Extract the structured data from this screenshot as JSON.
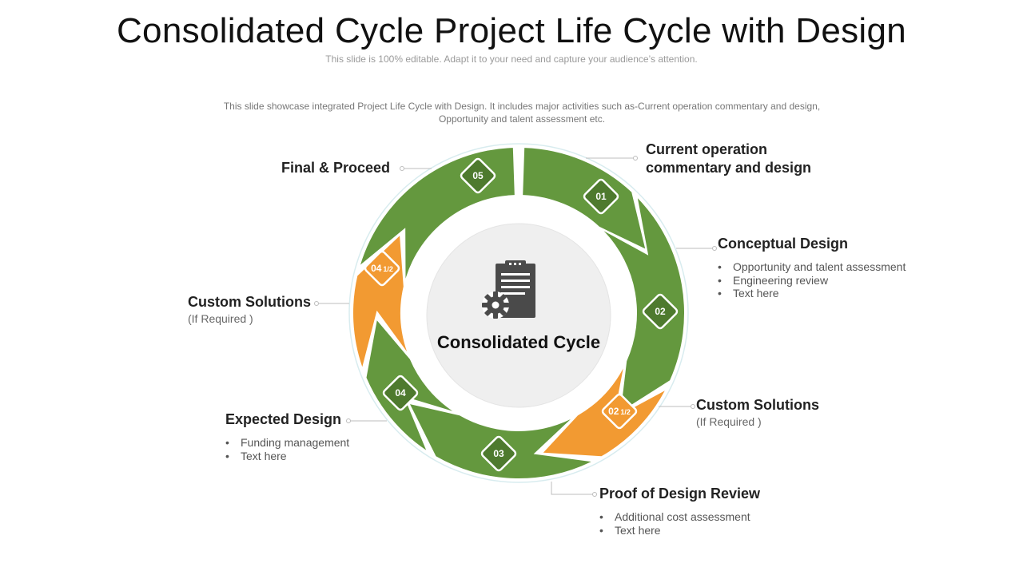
{
  "title": "Consolidated Cycle Project Life Cycle with Design",
  "subtitle": "This slide is 100% editable. Adapt it to your need and capture your audience’s attention.",
  "description": "This slide showcase integrated Project Life Cycle with Design. It includes major activities such as-Current operation commentary and design, Opportunity and talent assessment etc.",
  "center": {
    "title": "Consolidated Cycle",
    "icon": "clipboard-gear-icon"
  },
  "colors": {
    "green": "#64983E",
    "orange": "#F29A32",
    "dark_green": "#4E7A2E",
    "circle_bg": "#EFEFEF"
  },
  "steps": [
    {
      "num": "01",
      "head_line1": "Current operation",
      "head_line2": "commentary and design",
      "color": "green"
    },
    {
      "num": "02",
      "head": "Conceptual Design",
      "bullets": [
        "Opportunity and talent assessment",
        "Engineering review",
        "Text here"
      ],
      "color": "green"
    },
    {
      "num": "02",
      "num_frac": "1/2",
      "head": "Custom Solutions",
      "sub": "(If Required )",
      "color": "orange"
    },
    {
      "num": "03",
      "head": "Proof of Design Review",
      "bullets": [
        "Additional cost assessment",
        "Text here"
      ],
      "color": "green"
    },
    {
      "num": "04",
      "head": "Expected Design",
      "bullets": [
        "Funding management",
        "Text here"
      ],
      "color": "green"
    },
    {
      "num": "04",
      "num_frac": "1/2",
      "head": "Custom Solutions",
      "sub": "(If Required )",
      "color": "orange"
    },
    {
      "num": "05",
      "head": "Final & Proceed",
      "color": "green"
    }
  ]
}
